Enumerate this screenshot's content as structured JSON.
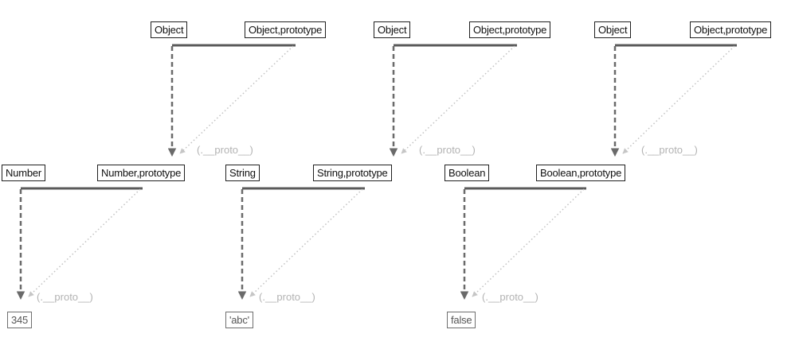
{
  "colors": {
    "solid_line": "#5a5a5a",
    "dashed_arrow": "#6a6a6a",
    "dotted_arrow": "#c2c2c2",
    "proto_text": "#b3b3b3"
  },
  "object_groups": [
    {
      "constructor": "Object",
      "prototype": "Object,prototype",
      "proto_label": "(.__proto__)"
    },
    {
      "constructor": "Object",
      "prototype": "Object,prototype",
      "proto_label": "(.__proto__)"
    },
    {
      "constructor": "Object",
      "prototype": "Object,prototype",
      "proto_label": "(.__proto__)"
    }
  ],
  "type_groups": [
    {
      "constructor": "Number",
      "prototype": "Number,prototype",
      "instance": "345",
      "proto_label": "(.__proto__)"
    },
    {
      "constructor": "String",
      "prototype": "String,prototype",
      "instance": "'abc'",
      "proto_label": "(.__proto__)"
    },
    {
      "constructor": "Boolean",
      "prototype": "Boolean,prototype",
      "instance": "false",
      "proto_label": "(.__proto__)"
    }
  ]
}
